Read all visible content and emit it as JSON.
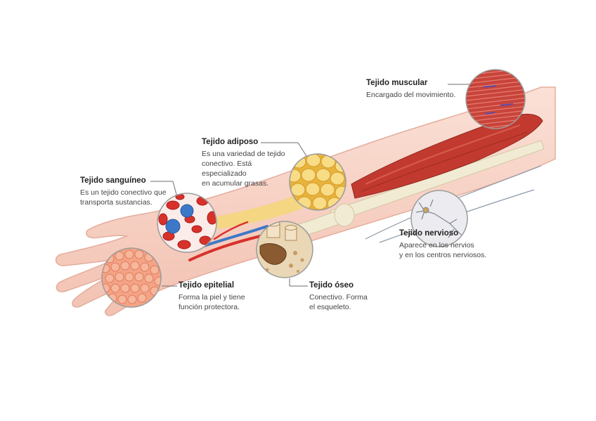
{
  "colors": {
    "skin": "#f6cfc2",
    "skin_edge": "#e3a99a",
    "muscle": "#c53a2e",
    "blood_red": "#d8312b",
    "blood_blue": "#3d78c8",
    "fat": "#f3d36b",
    "bone": "#f0ebd6",
    "nerve": "#7a8a9e",
    "leader": "#666666"
  },
  "labels": {
    "muscular": {
      "title": "Tejido muscular",
      "desc": "Encargado del movimiento."
    },
    "adiposo": {
      "title": "Tejido adiposo",
      "desc": [
        "Es una variedad de tejido",
        "conectivo. Está",
        "especializado",
        "en acumular grasas."
      ]
    },
    "sanguineo": {
      "title": "Tejido sanguíneo",
      "desc": [
        "Es un tejido conectivo que",
        "transporta sustancias."
      ]
    },
    "nervioso": {
      "title": "Tejido nervioso",
      "desc": [
        "Aparece en los nervios",
        "y en los centros nerviosos."
      ]
    },
    "epitelial": {
      "title": "Tejido epitelial",
      "desc": [
        "Forma la piel y tiene",
        "función protectora."
      ]
    },
    "oseo": {
      "title": "Tejido óseo",
      "desc": [
        "Conectivo. Forma",
        "el esqueleto."
      ]
    }
  }
}
